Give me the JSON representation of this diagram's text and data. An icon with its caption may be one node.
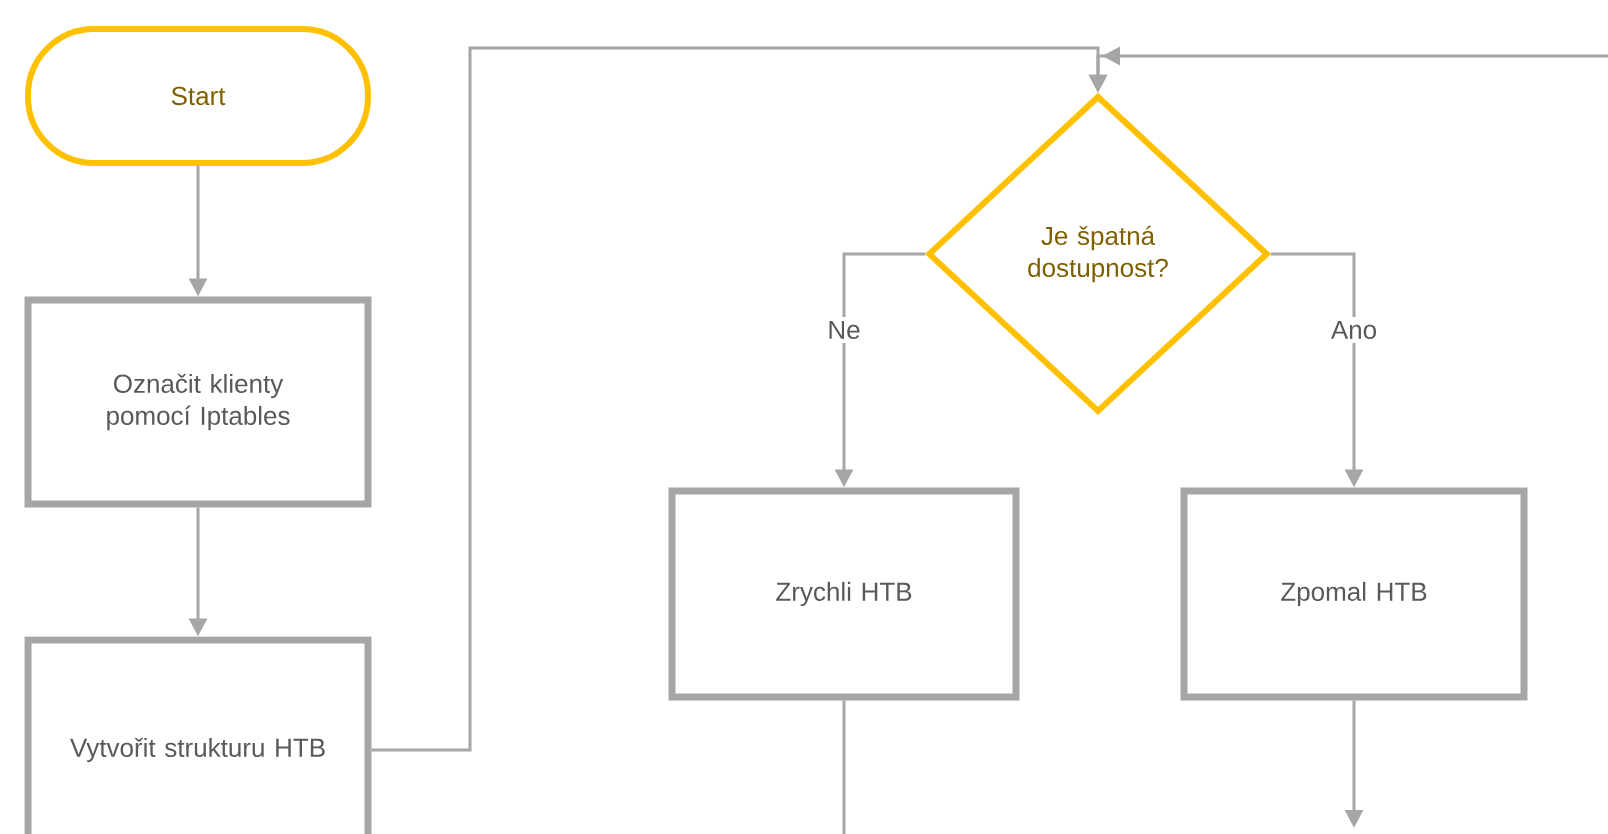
{
  "diagram": {
    "nodes": [
      {
        "text": [
          "Start"
        ]
      },
      {
        "text": [
          "Označit klienty pomocí Iptables"
        ]
      },
      {
        "text": [
          "Vytvořit strukturu HTB"
        ]
      },
      {
        "text": [
          "Je špatná dostupnost?"
        ]
      },
      {
        "text": [
          "Zrychli HTB"
        ]
      },
      {
        "text": [
          "Zpomal HTB"
        ]
      }
    ],
    "edges": [
      {
        "from": 0,
        "to": 1,
        "arrow": "to"
      },
      {
        "from": 1,
        "to": 2,
        "arrow": "to"
      },
      {
        "from": 2,
        "to": 3,
        "arrow": "to"
      },
      {
        "from": null,
        "to": 3,
        "arrow": "to"
      },
      {
        "from": 3,
        "to": 4,
        "arrow": "to",
        "label": "Ne"
      },
      {
        "from": 3,
        "to": 5,
        "arrow": "to",
        "label": "Ano"
      },
      {
        "from": 4,
        "to": null,
        "arrow": "none"
      },
      {
        "from": 5,
        "to": null,
        "arrow": "to"
      }
    ]
  }
}
